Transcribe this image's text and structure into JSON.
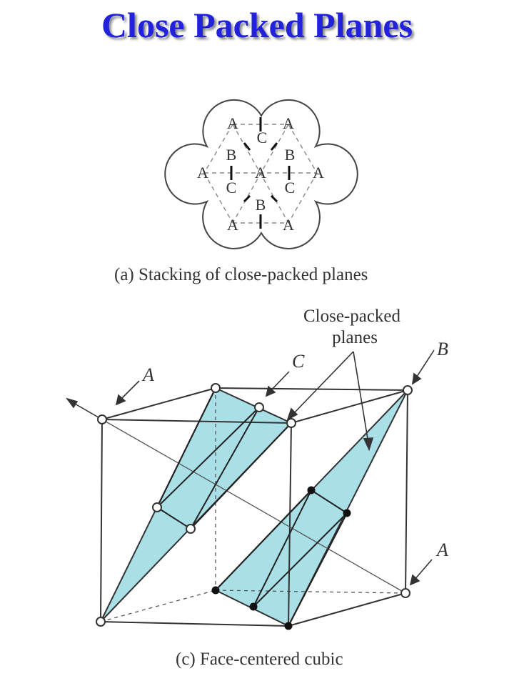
{
  "title": "Close Packed Planes",
  "stacking": {
    "caption": "(a) Stacking of close-packed planes",
    "labels_A": [
      "A",
      "A",
      "A",
      "A",
      "A",
      "A",
      "A"
    ],
    "labels_B": [
      "B",
      "B",
      "B"
    ],
    "labels_C": [
      "C",
      "C",
      "C"
    ]
  },
  "fcc": {
    "caption": "(c) Face-centered cubic",
    "callout": "Close-packed\nplanes",
    "callout_line1": "Close-packed",
    "callout_line2": "planes",
    "layer_labels": [
      "A",
      "C",
      "B",
      "A"
    ]
  },
  "colors": {
    "title": "#2222dd",
    "plane_fill": "#a9dfe6",
    "line": "#333333"
  }
}
